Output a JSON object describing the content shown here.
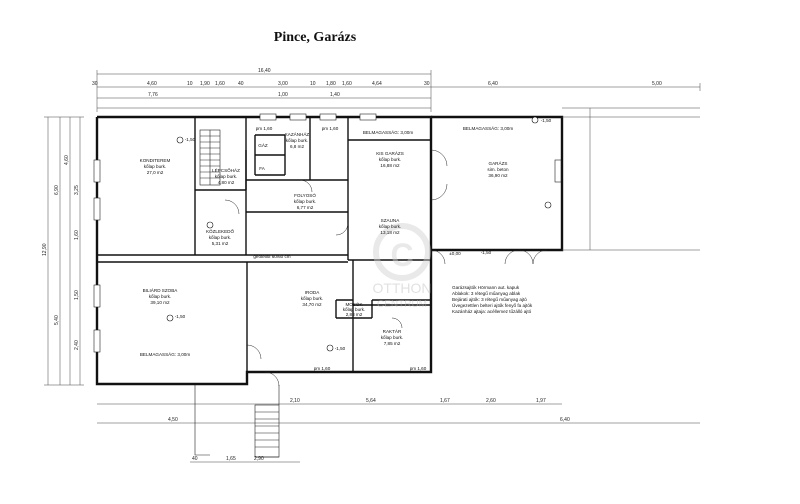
{
  "title": "Pince, Garázs",
  "colors": {
    "wall": "#111111",
    "dim_line": "#444444",
    "watermark": "#cfcfcf"
  },
  "top_dims": {
    "overall": "16,40",
    "row1": [
      "4,60",
      "1,60",
      "3,00",
      "1,80",
      "4,64",
      "6,40",
      "5,00"
    ],
    "row2": [
      "30",
      "10",
      "1,90",
      "40",
      "10",
      "1,60",
      "30"
    ],
    "row3": [
      "7,76",
      "1,00",
      "1,40"
    ]
  },
  "left_dims": [
    "12,90",
    "6,90",
    "5,40",
    "4,60",
    "3,25",
    "1,60",
    "1,50",
    "2,40"
  ],
  "bottom_dims": [
    "4,50",
    "2,10",
    "5,64",
    "1,67",
    "2,60",
    "1,97",
    "6,40",
    "1,65",
    "2,90",
    "40"
  ],
  "rooms": [
    {
      "name": "KONDITEREM",
      "floor": "kőlap burk.",
      "area": "27,0 m2"
    },
    {
      "name": "LÉPCSŐHÁZ",
      "floor": "kőlap burk.",
      "area": "4,80 m2"
    },
    {
      "name": "KAZÁNHÁZ",
      "floor": "kőlap burk.",
      "area": "6,8 m2"
    },
    {
      "name": "KIS GARÁZS",
      "floor": "kőlap burk.",
      "area": "16,88 m2"
    },
    {
      "name": "GARÁZS",
      "floor": "sim. beton",
      "area": "36,90 m2"
    },
    {
      "name": "FOLYOSÓ",
      "floor": "kőlap burk.",
      "area": "6,77 m2"
    },
    {
      "name": "KÖZLEKEDŐ",
      "floor": "kőlap burk.",
      "area": "5,31 m2"
    },
    {
      "name": "SZAUNA",
      "floor": "kőlap burk.",
      "area": "13,18 m2"
    },
    {
      "name": "BILIÁRD SZOBA",
      "floor": "kőlap burk.",
      "area": "39,10 m2"
    },
    {
      "name": "IRODA",
      "floor": "kőlap burk.",
      "area": "34,70 m2"
    },
    {
      "name": "MOSÓK",
      "floor": "kőlap burk.",
      "area": "2,88 m2"
    },
    {
      "name": "RAKTÁR",
      "floor": "kőlap burk.",
      "area": "7,85 m2"
    }
  ],
  "labels": {
    "gaz": "GÁZ",
    "fa": "FA",
    "belmag_1": "BELMAGASSÁG: 3,00m",
    "belmag_2": "BELMAGASSÁG: 3,00m",
    "belmag_3": "BELMAGASSÁG: 3,00m",
    "geotextil": "geotextil 60/60 cm",
    "level_1": "-1,50",
    "level_2": "-1,50",
    "level_3": "-1,50",
    "level_4": "-1,50",
    "level_5": "-1,50",
    "level_6": "±0,00",
    "pm1": "pm 1,60",
    "pm2": "pm 1,60",
    "pm3": "pm 1,60",
    "pm4": "pm 1,60"
  },
  "notes": [
    "Garázsajtók Hörmann aut. kapuk",
    "Ablakok: 3 rétegű műanyag ablak",
    "Bejárati ajtók: 3 rétegű műanyag ajtó",
    "Üvegezettlen belteri ajtók fenyő fa ajtók",
    "Kazánház ajtaja: acéllemez tűzálló ajtó"
  ],
  "watermark": {
    "brand": "OTTHON",
    "sub": "CENTRUM"
  }
}
